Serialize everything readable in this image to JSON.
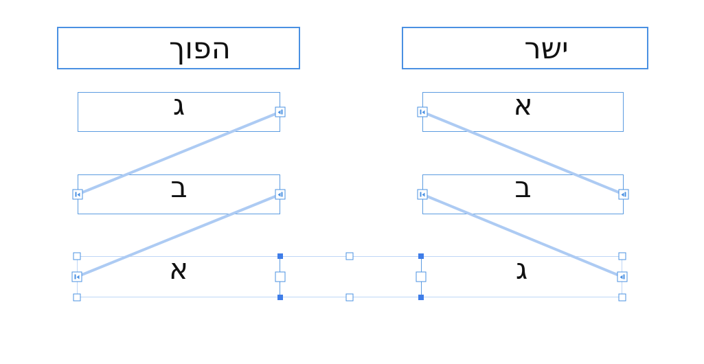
{
  "left_column": {
    "header": "הפוך",
    "boxes": [
      "ג",
      "ב",
      "א"
    ]
  },
  "right_column": {
    "header": "ישר",
    "boxes": [
      "א",
      "ב",
      "ג"
    ]
  },
  "threads": {
    "left_order": "top-to-bottom: ג → ב → א",
    "right_order": "top-to-bottom: א → ב → ג"
  },
  "colors": {
    "frame_border": "#5B9BE0",
    "header_border": "#4A90E2",
    "thread_line": "#ADCBF3",
    "handle_fill": "#3F7DE8",
    "handle_border": "#4A90E2",
    "selection_box": "#BED6F6",
    "text": "#111111",
    "background": "#FFFFFF"
  },
  "icons": {
    "port_glyph": "thread-arrow-icon"
  }
}
